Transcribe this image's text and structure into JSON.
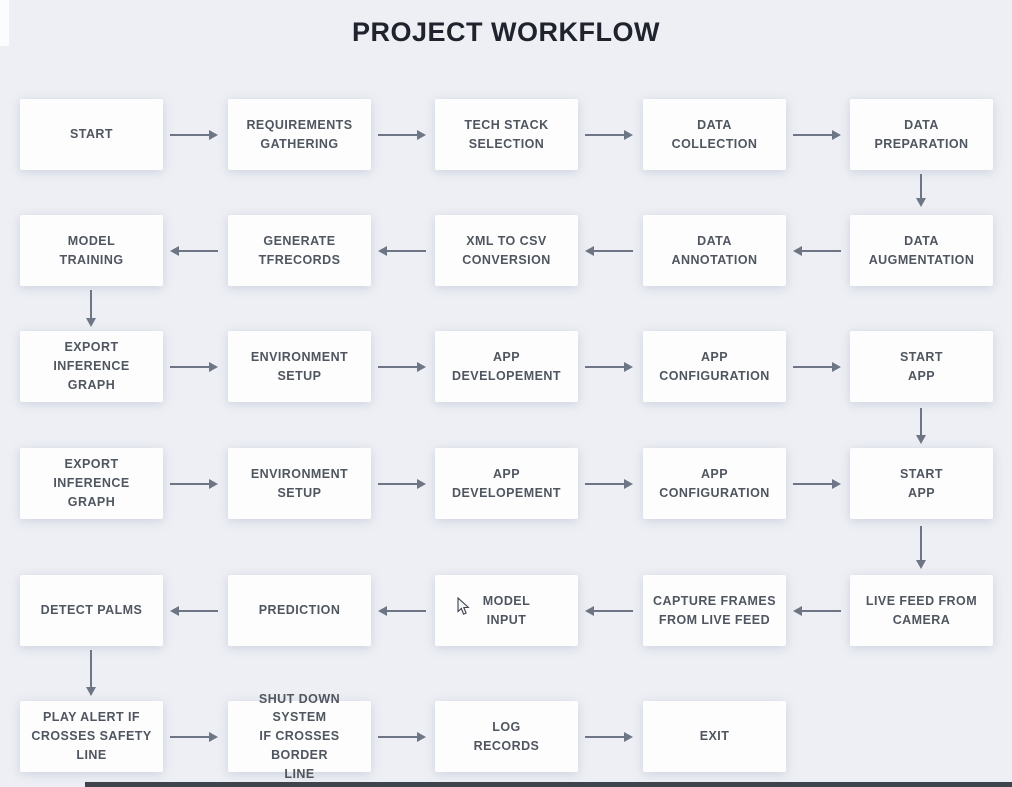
{
  "title": "PROJECT WORKFLOW",
  "colors": {
    "background": "#edeff4",
    "box_bg": "#fdfdfe",
    "box_text": "#50565f",
    "arrow": "#6e7585",
    "title_text": "#20232e",
    "bottom_bar": "#30343e"
  },
  "flow": {
    "rows": [
      {
        "direction": "right",
        "nodes": [
          "START",
          "REQUIREMENTS\nGATHERING",
          "TECH STACK\nSELECTION",
          "DATA\nCOLLECTION",
          "DATA\nPREPARATION"
        ]
      },
      {
        "direction": "left",
        "nodes": [
          "MODEL\nTRAINING",
          "GENERATE\nTFRECORDS",
          "XML TO CSV\nCONVERSION",
          "DATA\nANNOTATION",
          "DATA\nAUGMENTATION"
        ]
      },
      {
        "direction": "right",
        "nodes": [
          "EXPORT\nINFERENCE\nGRAPH",
          "ENVIRONMENT\nSETUP",
          "APP\nDEVELOPEMENT",
          "APP\nCONFIGURATION",
          "START\nAPP"
        ]
      },
      {
        "direction": "right",
        "nodes": [
          "EXPORT\nINFERENCE\nGRAPH",
          "ENVIRONMENT\nSETUP",
          "APP\nDEVELOPEMENT",
          "APP\nCONFIGURATION",
          "START\nAPP"
        ]
      },
      {
        "direction": "left",
        "nodes": [
          "DETECT PALMS",
          "PREDICTION",
          "MODEL\nINPUT",
          "CAPTURE FRAMES\nFROM LIVE FEED",
          "LIVE FEED FROM\nCAMERA"
        ]
      },
      {
        "direction": "right",
        "nodes": [
          "PLAY ALERT IF\nCROSSES SAFETY\nLINE",
          "SHUT DOWN SYSTEM\nIF CROSSES BORDER\nLINE",
          "LOG\nRECORDS",
          "EXIT"
        ]
      }
    ],
    "vertical_links": [
      {
        "from": "DATA PREPARATION",
        "to": "DATA AUGMENTATION"
      },
      {
        "from": "MODEL TRAINING",
        "to": "EXPORT INFERENCE GRAPH"
      },
      {
        "from": "START APP",
        "to": "START APP"
      },
      {
        "from": "START APP",
        "to": "LIVE FEED FROM CAMERA"
      },
      {
        "from": "DETECT PALMS",
        "to": "PLAY ALERT IF CROSSES SAFETY LINE"
      }
    ]
  }
}
